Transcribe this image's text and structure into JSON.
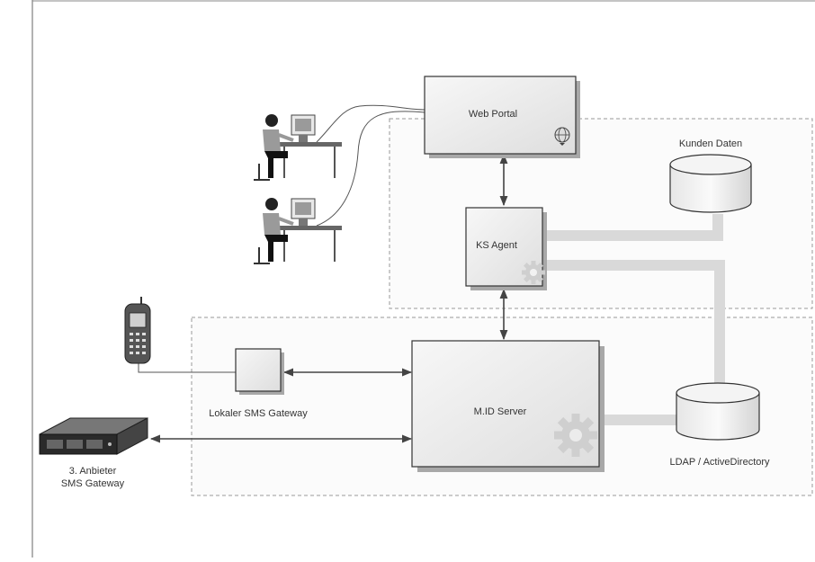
{
  "nodes": {
    "web_portal": "Web Portal",
    "ks_agent": "KS Agent",
    "mid_server": "M.ID Server",
    "kunden_daten": "Kunden Daten",
    "ldap": "LDAP / ActiveDirectory",
    "local_gateway": "Lokaler SMS Gateway",
    "third_party_line1": "3. Anbieter",
    "third_party_line2": "SMS Gateway"
  },
  "icons": {
    "globe": "globe-icon",
    "gear": "gear-icon",
    "workstation": "computer-user-icon",
    "phone": "mobile-phone-icon",
    "server": "rack-server-icon"
  },
  "colors": {
    "box_fill": "#f2f2f2",
    "box_shadow": "#b0b0b0",
    "thick_connector": "#d9d9d9",
    "dashed_border": "#9a9a9a",
    "arrow": "#444444"
  }
}
